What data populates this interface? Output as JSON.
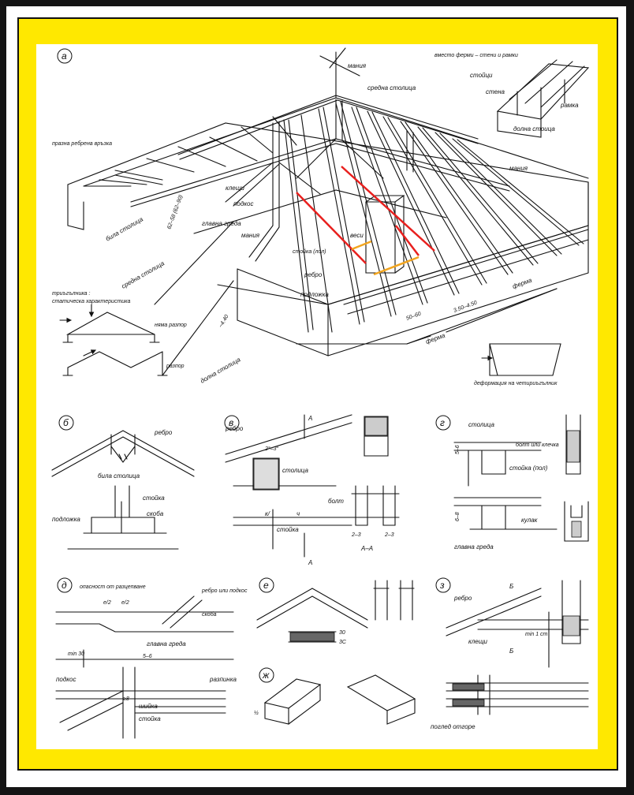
{
  "colors": {
    "frame_outer": "#141414",
    "background": "#FFE800",
    "ink": "#111111",
    "highlight_red": "#E8201E",
    "highlight_orange": "#F2A51F"
  },
  "panel_a": {
    "label": "а",
    "labels": {
      "inset_title": "вместо ферми – стени и рамки",
      "inset_stoltsi": "стойци",
      "inset_stena": "стена",
      "inset_ramka": "рамка",
      "hip": "мания",
      "middle_post": "средна столица",
      "fake_rib": "празна ребрена връзка",
      "lower_post": "долна стоица",
      "hip2": "мания",
      "klesht": "клещи",
      "podkos": "подкос",
      "glavna_greda": "главна греда",
      "mania3": "мания",
      "stoyka_pol": "стойка (лол)",
      "vesh": "веси",
      "rebro": "ребро",
      "podlozhka": "подложка",
      "bila_stoltsa": "била столица",
      "sredna_stoltsa": "средна столица",
      "dolna_stoltsa": "долна столица",
      "dim_1": "62–58 (62–90)",
      "dim_2": "~4.40",
      "dim_3": "50–60",
      "dim_4": "3.50–4.50",
      "ferma1": "ферма",
      "ferma2": "ферма",
      "triangle_title": "триъгълника :",
      "triangle_sub": "статическа характеристика",
      "no_spread": "няма разпор",
      "spread": "разпор",
      "deformation": "деформация на четириъгълник"
    }
  },
  "panel_b": {
    "label": "б",
    "labels": {
      "rebro": "ребро",
      "bila_stoltsa": "била столица",
      "stoyka": "стойка",
      "skoba": "скоба",
      "podlozhka": "подложка"
    }
  },
  "panel_v": {
    "label": "в",
    "labels": {
      "rebro": "ребро",
      "sec_a_top": "А",
      "dim_angle": "2°–3°",
      "stoltsa": "столица",
      "bolt": "болт",
      "k": "к/",
      "ch": "ч",
      "dim_23": "2–3",
      "dim_23b": "2–3",
      "stoyka": "стойка",
      "aa": "А–А",
      "sec_a_bot": "А"
    }
  },
  "panel_g": {
    "label": "г",
    "labels": {
      "stoltsa": "столица",
      "bolt": "болт или клечка",
      "stoyka_pol": "стойка (пол)",
      "kulak": "кулак",
      "glavna_greda": "главна греда",
      "dim_1": "5–6",
      "dim_2": "6–8"
    }
  },
  "panel_d": {
    "label": "д",
    "labels": {
      "danger": "опасност от разцепване",
      "e12a": "е/2",
      "e12b": "е/2",
      "rebro_podkos": "ребро или подкос",
      "skoba": "скоба",
      "glavna_greda": "главна греда",
      "min30": "min 30",
      "podkos": "подкос",
      "razpinka": "разпинка",
      "shiika": "шийка",
      "stoyka": "стойка",
      "d56": "5–6",
      "d8": "≥8"
    }
  },
  "panel_e": {
    "label": "е",
    "labels": {
      "d1": "30",
      "d2": "3С"
    }
  },
  "panel_zh": {
    "label": "ж",
    "labels": {
      "dim": "½"
    }
  },
  "panel_z": {
    "label": "з",
    "labels": {
      "rebro": "ребро",
      "b_top": "Б",
      "klesht": "клещи",
      "b_bot": "Б",
      "min": "min 1 сm",
      "view": "поглед отгоре"
    }
  }
}
